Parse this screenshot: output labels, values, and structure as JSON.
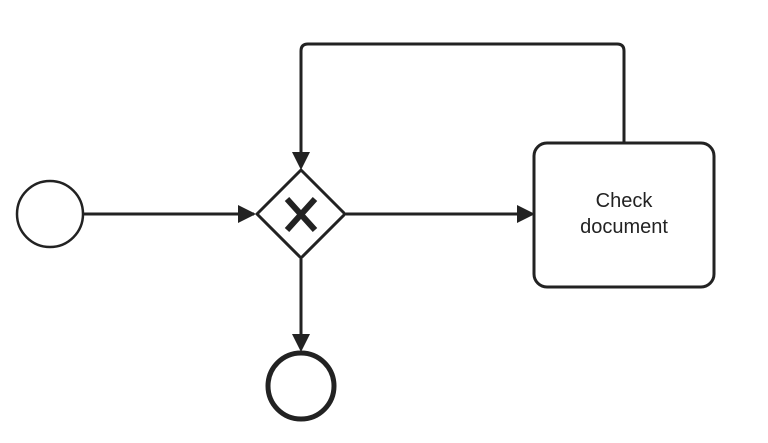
{
  "diagram": {
    "task": {
      "label_lines": [
        "Check",
        "document"
      ]
    },
    "gateway": {
      "marker": "X"
    }
  },
  "colors": {
    "stroke": "#222222",
    "fill": "#ffffff",
    "text": "#222222"
  }
}
